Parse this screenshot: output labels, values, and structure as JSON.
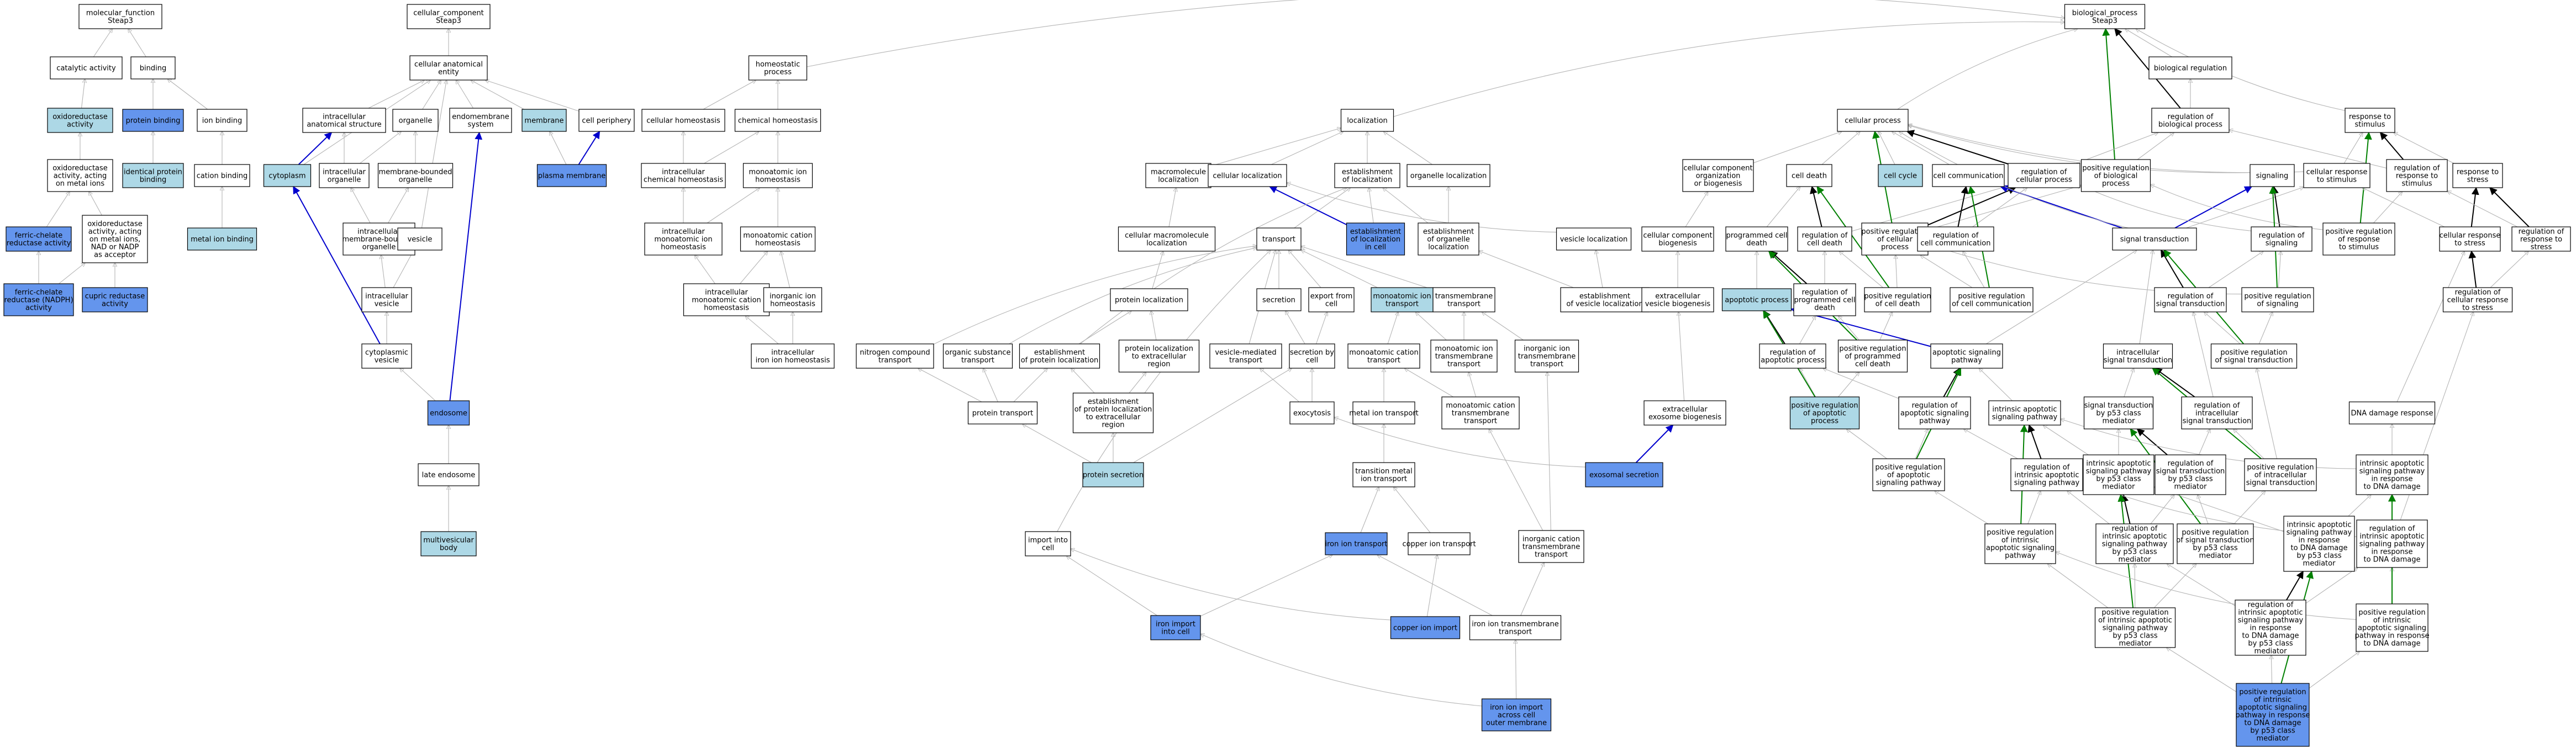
{
  "colors": {
    "plain": "#ffffff",
    "light": "#add8e6",
    "dark": "#6495ed",
    "gray_edge": "#b4b4b4",
    "black_edge": "#000000",
    "green_edge": "#008000",
    "blue_edge": "#0000cd"
  },
  "nodes": {
    "n1": [
      "molecular_function",
      "Steap3"
    ],
    "n2": [
      "cellular_component",
      "Steap3"
    ],
    "n3": [
      "biological_process",
      "Steap3"
    ],
    "n4": [
      "catalytic activity"
    ],
    "n5": [
      "binding"
    ],
    "n6": [
      "cellular anatomical",
      "entity"
    ],
    "n7": [
      "homeostatic",
      "process"
    ],
    "n8": [
      "biological regulation"
    ],
    "n9": [
      "oxidoreductase",
      "activity"
    ],
    "n10": [
      "protein binding"
    ],
    "n11": [
      "ion binding"
    ],
    "n12": [
      "intracellular",
      "anatomical structure"
    ],
    "n13": [
      "organelle"
    ],
    "n14": [
      "endomembrane",
      "system"
    ],
    "n15": [
      "membrane"
    ],
    "n16": [
      "cell periphery"
    ],
    "n17": [
      "cellular homeostasis"
    ],
    "n18": [
      "chemical homeostasis"
    ],
    "n19": [
      "localization"
    ],
    "n20": [
      "cellular process"
    ],
    "n21": [
      "regulation of",
      "biological process"
    ],
    "n22": [
      "response to",
      "stimulus"
    ],
    "n23": [
      "oxidoreductase",
      "activity, acting",
      "on metal ions"
    ],
    "n24": [
      "identical protein",
      "binding"
    ],
    "n25": [
      "cation binding"
    ],
    "n26": [
      "cytoplasm"
    ],
    "n27": [
      "intracellular",
      "organelle"
    ],
    "n28": [
      "membrane-bounded",
      "organelle"
    ],
    "n29": [
      "plasma membrane"
    ],
    "n30": [
      "intracellular",
      "chemical homeostasis"
    ],
    "n31": [
      "monoatomic ion",
      "homeostasis"
    ],
    "n32": [
      "macromolecule",
      "localization"
    ],
    "n33": [
      "cellular localization"
    ],
    "n34": [
      "establishment",
      "of localization"
    ],
    "n35": [
      "organelle localization"
    ],
    "n36": [
      "cellular component",
      "organization",
      "or biogenesis"
    ],
    "n37": [
      "cell death"
    ],
    "n38": [
      "cell cycle"
    ],
    "n39": [
      "cell communication"
    ],
    "n40": [
      "regulation of",
      "cellular process"
    ],
    "n41": [
      "positive regulation",
      "of biological",
      "process"
    ],
    "n42": [
      "signaling"
    ],
    "n43": [
      "cellular response",
      "to stimulus"
    ],
    "n44": [
      "regulation of",
      "response to",
      "stimulus"
    ],
    "n45": [
      "response to",
      "stress"
    ],
    "n46": [
      "ferric-chelate",
      "reductase activity"
    ],
    "n47": [
      "oxidoreductase",
      "activity, acting",
      "on metal ions,",
      "NAD or NADP",
      "as acceptor"
    ],
    "n48": [
      "metal ion binding"
    ],
    "n49": [
      "intracellular",
      "membrane-bounded",
      "organelle"
    ],
    "n50": [
      "vesicle"
    ],
    "n51": [
      "intracellular",
      "monoatomic ion",
      "homeostasis"
    ],
    "n52": [
      "monoatomic cation",
      "homeostasis"
    ],
    "n53": [
      "cellular macromolecule",
      "localization"
    ],
    "n54": [
      "transport"
    ],
    "n55": [
      "establishment",
      "of localization",
      "in cell"
    ],
    "n56": [
      "establishment",
      "of organelle",
      "localization"
    ],
    "n57": [
      "vesicle localization"
    ],
    "n58": [
      "cellular component",
      "biogenesis"
    ],
    "n59": [
      "programmed cell",
      "death"
    ],
    "n60": [
      "regulation of",
      "cell death"
    ],
    "n61": [
      "positive regulation",
      "of cellular",
      "process"
    ],
    "n62": [
      "regulation of",
      "cell communication"
    ],
    "n63": [
      "signal transduction"
    ],
    "n64": [
      "regulation of",
      "signaling"
    ],
    "n65": [
      "positive regulation",
      "of response",
      "to stimulus"
    ],
    "n66": [
      "cellular response",
      "to stress"
    ],
    "n67": [
      "regulation of",
      "response to",
      "stress"
    ],
    "n68": [
      "ferric-chelate",
      "reductase (NADPH)",
      "activity"
    ],
    "n69": [
      "cupric reductase",
      "activity"
    ],
    "n70": [
      "intracellular",
      "vesicle"
    ],
    "n71": [
      "intracellular",
      "monoatomic cation",
      "homeostasis"
    ],
    "n72": [
      "inorganic ion",
      "homeostasis"
    ],
    "n73": [
      "protein localization"
    ],
    "n74": [
      "secretion"
    ],
    "n75": [
      "export from",
      "cell"
    ],
    "n76": [
      "monoatomic ion",
      "transport"
    ],
    "n77": [
      "transmembrane",
      "transport"
    ],
    "n78": [
      "establishment",
      "of vesicle localization"
    ],
    "n79": [
      "extracellular",
      "vesicle biogenesis"
    ],
    "n80": [
      "apoptotic process"
    ],
    "n81": [
      "regulation of",
      "programmed cell",
      "death"
    ],
    "n82": [
      "positive regulation",
      "of cell death"
    ],
    "n83": [
      "positive regulation",
      "of cell communication"
    ],
    "n84": [
      "positive regulation",
      "of signaling"
    ],
    "n85": [
      "regulation of",
      "signal transduction"
    ],
    "n86": [
      "regulation of",
      "cellular response",
      "to stress"
    ],
    "n87": [
      "cytoplasmic",
      "vesicle"
    ],
    "n88": [
      "intracellular",
      "iron ion homeostasis"
    ],
    "n89": [
      "nitrogen compound",
      "transport"
    ],
    "n90": [
      "organic substance",
      "transport"
    ],
    "n91": [
      "establishment",
      "of protein localization"
    ],
    "n92": [
      "protein localization",
      "to extracellular",
      "region"
    ],
    "n93": [
      "vesicle-mediated",
      "transport"
    ],
    "n94": [
      "secretion by",
      "cell"
    ],
    "n95": [
      "monoatomic cation",
      "transport"
    ],
    "n96": [
      "monoatomic ion",
      "transmembrane",
      "transport"
    ],
    "n97": [
      "inorganic ion",
      "transmembrane",
      "transport"
    ],
    "n98": [
      "regulation of",
      "apoptotic process"
    ],
    "n99": [
      "positive regulation",
      "of programmed",
      "cell death"
    ],
    "n100": [
      "apoptotic signaling",
      "pathway"
    ],
    "n101": [
      "intracellular",
      "signal transduction"
    ],
    "n102": [
      "positive regulation",
      "of signal transduction"
    ],
    "n103": [
      "endosome"
    ],
    "n104": [
      "protein transport"
    ],
    "n105": [
      "establishment",
      "of protein localization",
      "to extracellular",
      "region"
    ],
    "n106": [
      "exocytosis"
    ],
    "n107": [
      "metal ion transport"
    ],
    "n108": [
      "monoatomic cation",
      "transmembrane",
      "transport"
    ],
    "n109": [
      "extracellular",
      "exosome biogenesis"
    ],
    "n110": [
      "positive regulation",
      "of apoptotic",
      "process"
    ],
    "n111": [
      "regulation of",
      "apoptotic signaling",
      "pathway"
    ],
    "n112": [
      "intrinsic apoptotic",
      "signaling pathway"
    ],
    "n113": [
      "signal transduction",
      "by p53 class",
      "mediator"
    ],
    "n114": [
      "regulation of",
      "intracellular",
      "signal transduction"
    ],
    "n115": [
      "DNA damage response"
    ],
    "n116": [
      "late endosome"
    ],
    "n117": [
      "protein secretion"
    ],
    "n118": [
      "transition metal",
      "ion transport"
    ],
    "n119": [
      "exosomal secretion"
    ],
    "n120": [
      "positive regulation",
      "of apoptotic",
      "signaling pathway"
    ],
    "n121": [
      "regulation of",
      "intrinsic apoptotic",
      "signaling pathway"
    ],
    "n122": [
      "intrinsic apoptotic",
      "signaling pathway",
      "by p53 class",
      "mediator"
    ],
    "n123": [
      "regulation of",
      "signal transduction",
      "by p53 class",
      "mediator"
    ],
    "n124": [
      "positive regulation",
      "of intracellular",
      "signal transduction"
    ],
    "n125": [
      "intrinsic apoptotic",
      "signaling pathway",
      "in response",
      "to DNA damage"
    ],
    "n126": [
      "multivesicular",
      "body"
    ],
    "n127": [
      "import into",
      "cell"
    ],
    "n128": [
      "iron ion transport"
    ],
    "n129": [
      "copper ion transport"
    ],
    "n130": [
      "inorganic cation",
      "transmembrane",
      "transport"
    ],
    "n131": [
      "positive regulation",
      "of intrinsic",
      "apoptotic signaling",
      "pathway"
    ],
    "n132": [
      "regulation of",
      "intrinsic apoptotic",
      "signaling pathway",
      "by p53 class",
      "mediator"
    ],
    "n133": [
      "positive regulation",
      "of signal transduction",
      "by p53 class",
      "mediator"
    ],
    "n134": [
      "intrinsic apoptotic",
      "signaling pathway",
      "in response",
      "to DNA damage",
      "by p53 class",
      "mediator"
    ],
    "n135": [
      "regulation of",
      "intrinsic apoptotic",
      "signaling pathway",
      "in response",
      "to DNA damage"
    ],
    "n136": [
      "iron import",
      "into cell"
    ],
    "n137": [
      "copper ion import"
    ],
    "n138": [
      "iron ion transmembrane",
      "transport"
    ],
    "n139": [
      "positive regulation",
      "of intrinsic apoptotic",
      "signaling pathway",
      "by p53 class",
      "mediator"
    ],
    "n140": [
      "regulation of",
      "intrinsic apoptotic",
      "signaling pathway",
      "in response",
      "to DNA damage",
      "by p53 class",
      "mediator"
    ],
    "n141": [
      "positive regulation",
      "of intrinsic",
      "apoptotic signaling",
      "pathway in response",
      "to DNA damage"
    ],
    "n142": [
      "iron ion import",
      "across cell",
      "outer membrane"
    ],
    "n143": [
      "positive regulation",
      "of intrinsic",
      "apoptotic signaling",
      "pathway in response",
      "to DNA damage",
      "by p53 class",
      "mediator"
    ]
  }
}
